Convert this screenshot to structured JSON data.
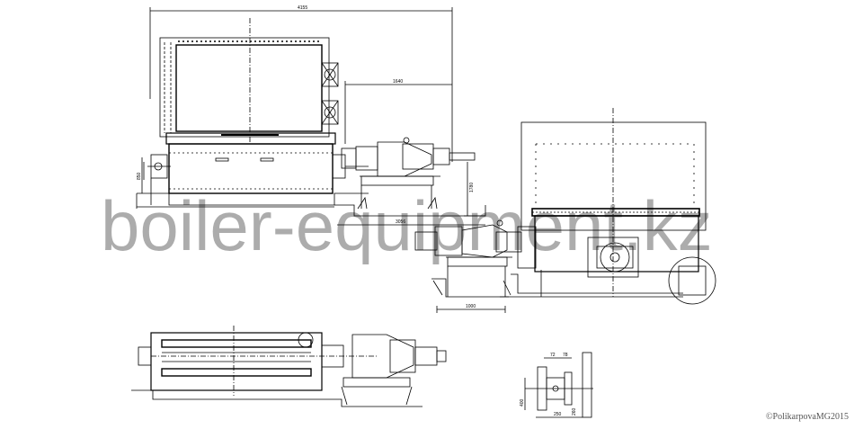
{
  "watermark": "boiler-equipment.kz",
  "credit": "©PolikarpovaMG2015",
  "dimensions": {
    "overall_width": "4155",
    "top_right": "1640",
    "left_height": "850",
    "right_height": "1780",
    "base_span": "3056",
    "lower_span": "1000",
    "detail_a": "72",
    "detail_b": "78",
    "detail_c": "250",
    "detail_d": "400",
    "detail_e": "260"
  }
}
